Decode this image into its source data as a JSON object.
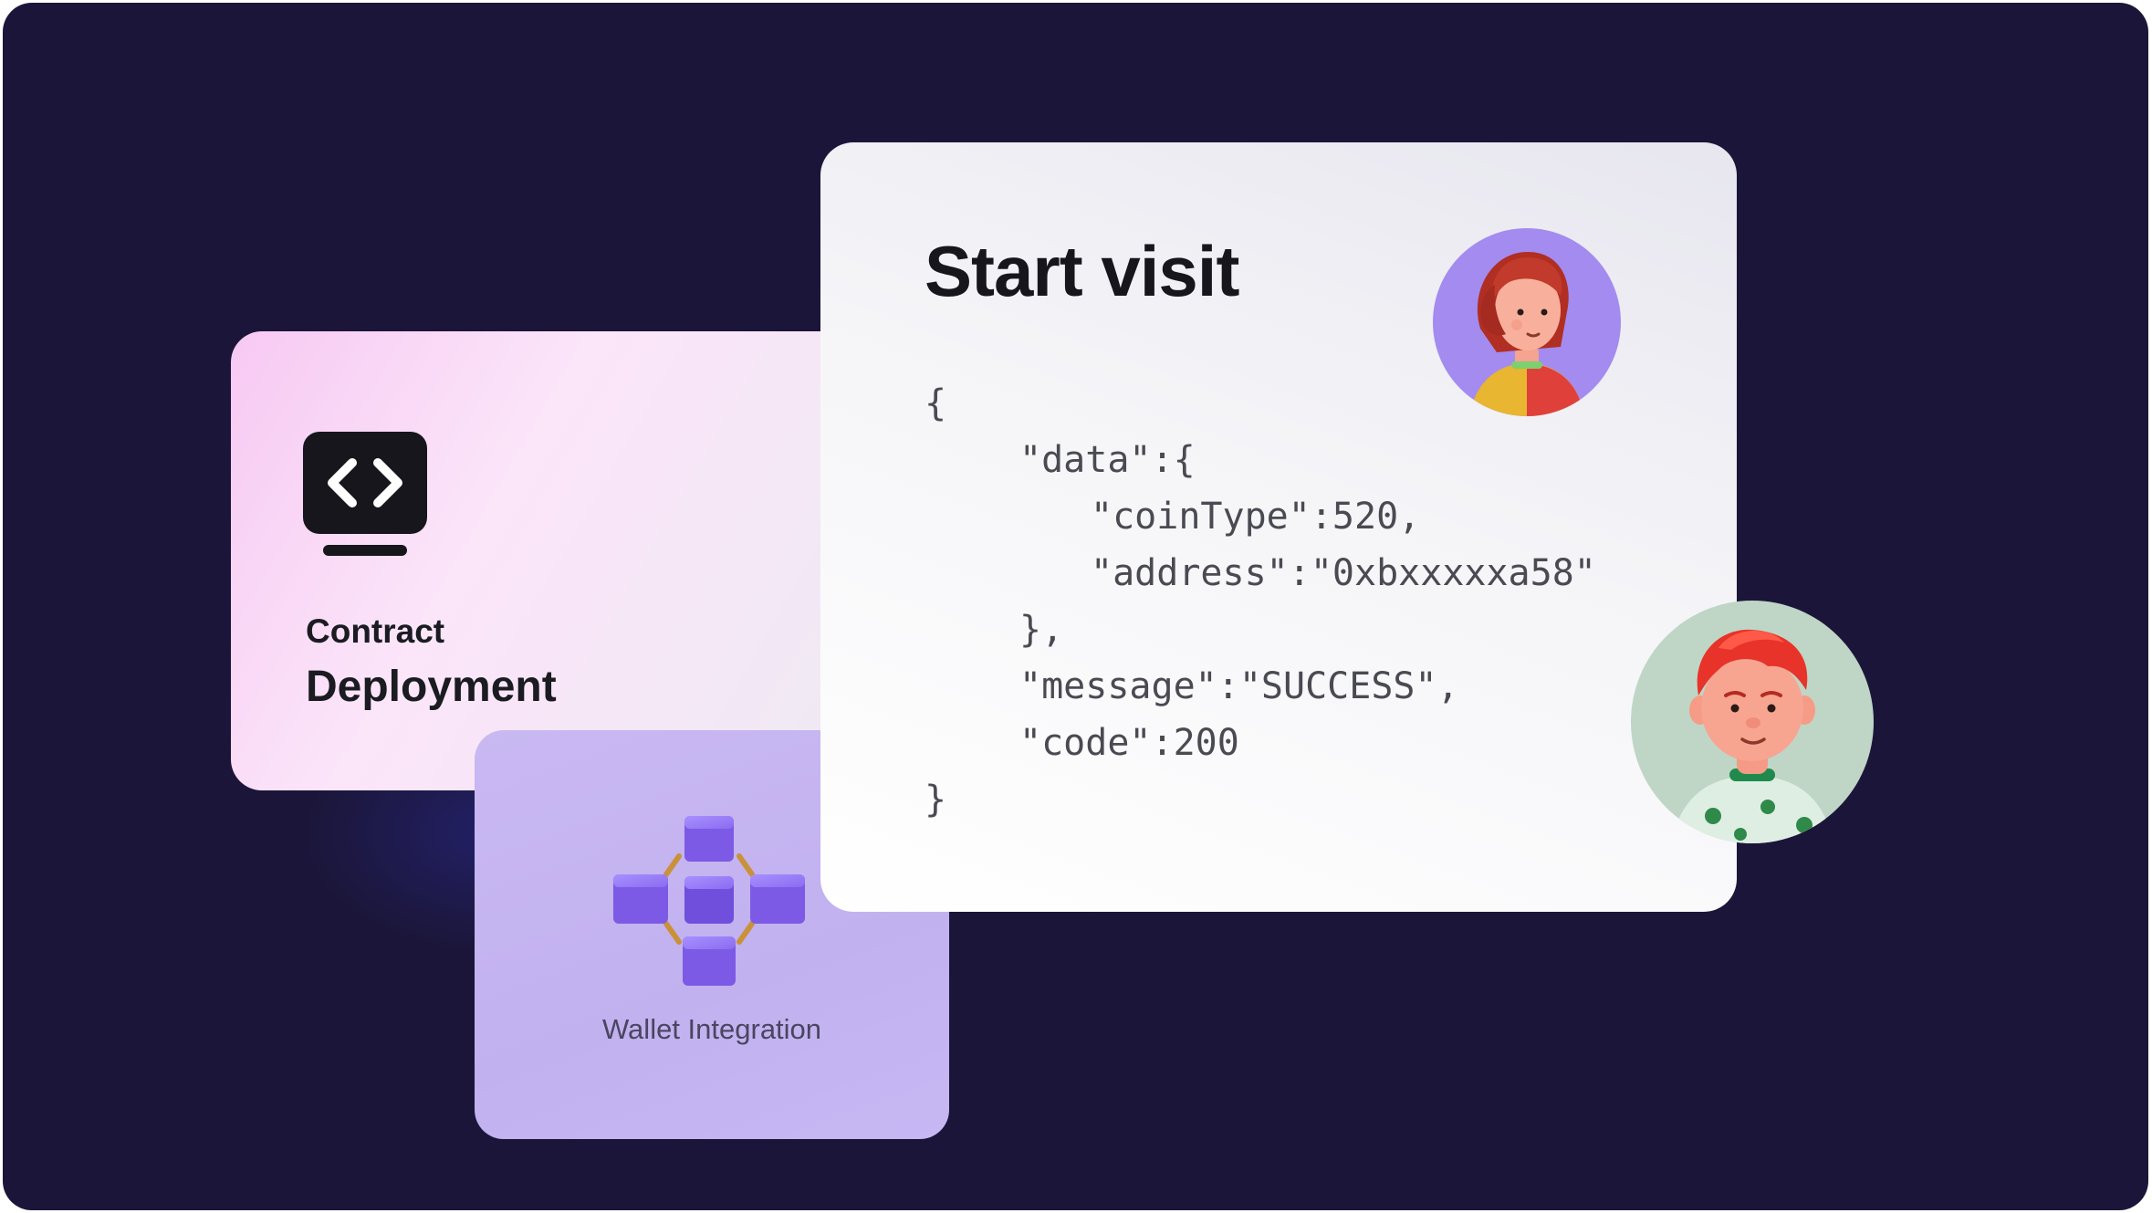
{
  "contract_card": {
    "label_small": "Contract",
    "label_big": "Deployment",
    "icon": "code-brackets-monitor-icon"
  },
  "wallet_card": {
    "label": "Wallet Integration",
    "icon": "blockchain-cubes-icon"
  },
  "visit_card": {
    "title": "Start visit",
    "code_lines": [
      "{",
      "\"data\":{",
      "\"coinType\":520,",
      "\"address\":\"0xbxxxxxa58\"",
      "},",
      "\"message\":\"SUCCESS\",",
      "\"code\":200",
      "}"
    ]
  },
  "avatars": {
    "woman": "woman-avatar",
    "man": "man-avatar"
  },
  "colors": {
    "background": "#1b1639",
    "wallet_card": "#c1b1ef",
    "avatar_woman_bg": "#a38bf0",
    "avatar_man_bg": "#bfd6c6"
  }
}
